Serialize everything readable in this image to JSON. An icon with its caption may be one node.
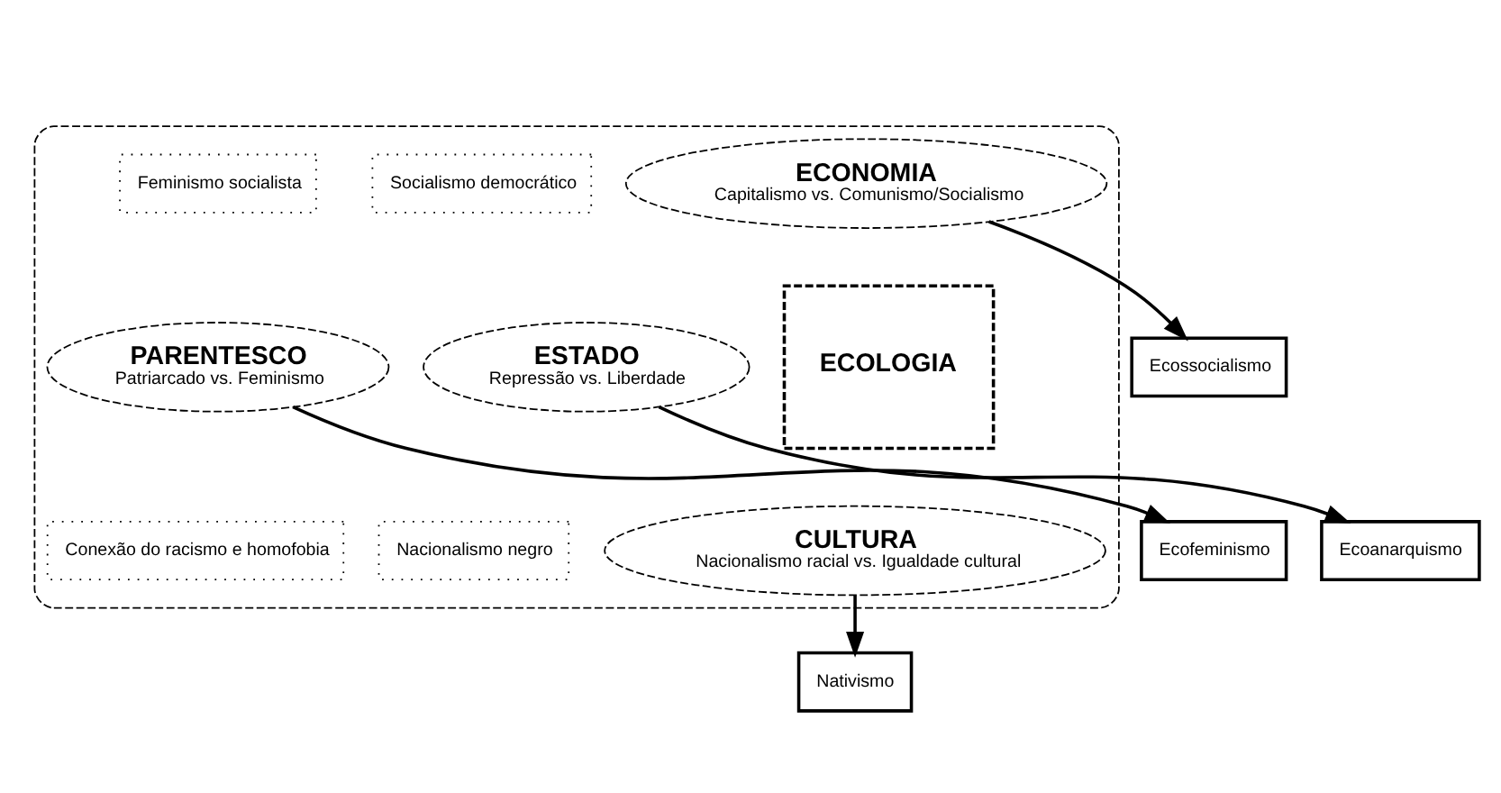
{
  "diagram": {
    "nodes": [
      {
        "text": [],
        "shape": "ellipse"
      },
      {
        "text": [
          "Ecossocialismo"
        ]
      },
      {
        "text": [
          "ECONOMIA",
          "Capitalismo vs. Comunismo/Socialismo"
        ],
        "in": 0
      },
      {
        "text": [
          "Ecoanarquismo"
        ]
      },
      {
        "text": [
          "Socialismo democrático"
        ],
        "in": 0
      },
      {
        "text": [
          "Feminismo socialista"
        ],
        "in": 0
      },
      {
        "text": [
          "ECOLOGIA"
        ],
        "in": 0
      },
      {
        "text": [
          "ESTADO",
          "Repressão vs. Liberdade"
        ],
        "in": 0
      },
      {
        "text": [
          "PARENTESCO",
          "Patriarcado vs. Feminismo"
        ],
        "in": 0
      },
      {
        "text": [
          "Nacionalismo negro"
        ],
        "in": 0
      },
      {
        "text": [
          "CULTURA",
          "Nacionalismo racial vs. Igualdade cultural"
        ],
        "in": 0
      },
      {
        "text": [
          "Conexão do racismo e homofobia"
        ],
        "in": 0
      },
      {
        "text": [
          "Ecofeminismo"
        ]
      },
      {
        "text": [
          "Nativismo"
        ]
      }
    ],
    "edges": [
      {
        "from": 2,
        "to": 1,
        "arrow": "to"
      },
      {
        "from": 7,
        "to": 3,
        "arrow": "to"
      },
      {
        "from": 8,
        "to": 12,
        "arrow": "to"
      },
      {
        "from": 10,
        "to": 13,
        "arrow": "to"
      }
    ]
  }
}
